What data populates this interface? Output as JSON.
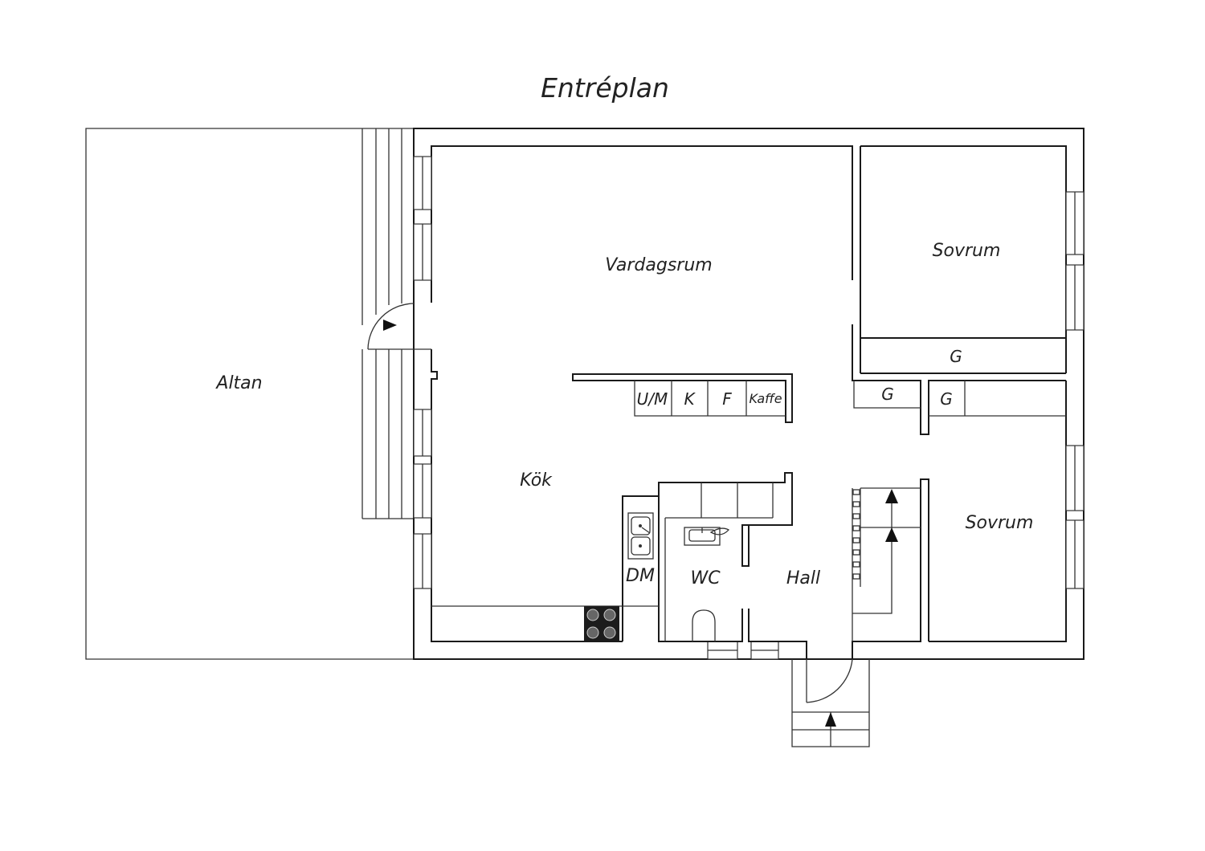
{
  "title": "Entréplan",
  "rooms": {
    "altan": "Altan",
    "vardagsrum": "Vardagsrum",
    "sovrum_upper": "Sovrum",
    "sovrum_lower": "Sovrum",
    "kok": "Kök",
    "dm": "DM",
    "wc": "WC",
    "hall": "Hall"
  },
  "closets": {
    "g_long": "G",
    "g_left": "G",
    "g_right": "G"
  },
  "appliances": {
    "um": "U/M",
    "k": "K",
    "f": "F",
    "kaffe": "Kaffe"
  },
  "colors": {
    "line": "#1a1a1a",
    "text": "#222222",
    "hob": "#1c1c1c"
  }
}
